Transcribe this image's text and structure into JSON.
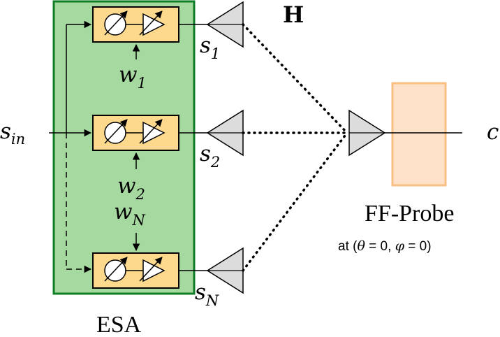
{
  "labels": {
    "input": {
      "base": "s",
      "sub": "in"
    },
    "output": "c",
    "channel": "H",
    "esa": "ESA",
    "probe_title": "FF-Probe",
    "probe_condition": {
      "prefix": "at (",
      "theta": "θ",
      "eq1": " = 0, ",
      "phi": "φ",
      "eq2": " = 0)"
    }
  },
  "channels": [
    {
      "signal": {
        "base": "s",
        "sub": "1"
      },
      "weight": {
        "base": "w",
        "sub": "1"
      }
    },
    {
      "signal": {
        "base": "s",
        "sub": "2"
      },
      "weight": {
        "base": "w",
        "sub": "2"
      }
    },
    {
      "signal": {
        "base": "s",
        "sub": "N"
      },
      "weight": {
        "base": "w",
        "sub": "N"
      }
    }
  ],
  "colors": {
    "esa_fill": "#a6d9a0",
    "esa_border": "#0f7d26",
    "module_fill": "#fdd98e",
    "probe_fill": "#fde1c9",
    "probe_border": "#f9c084",
    "antenna_fill": "#dcdcdc"
  }
}
